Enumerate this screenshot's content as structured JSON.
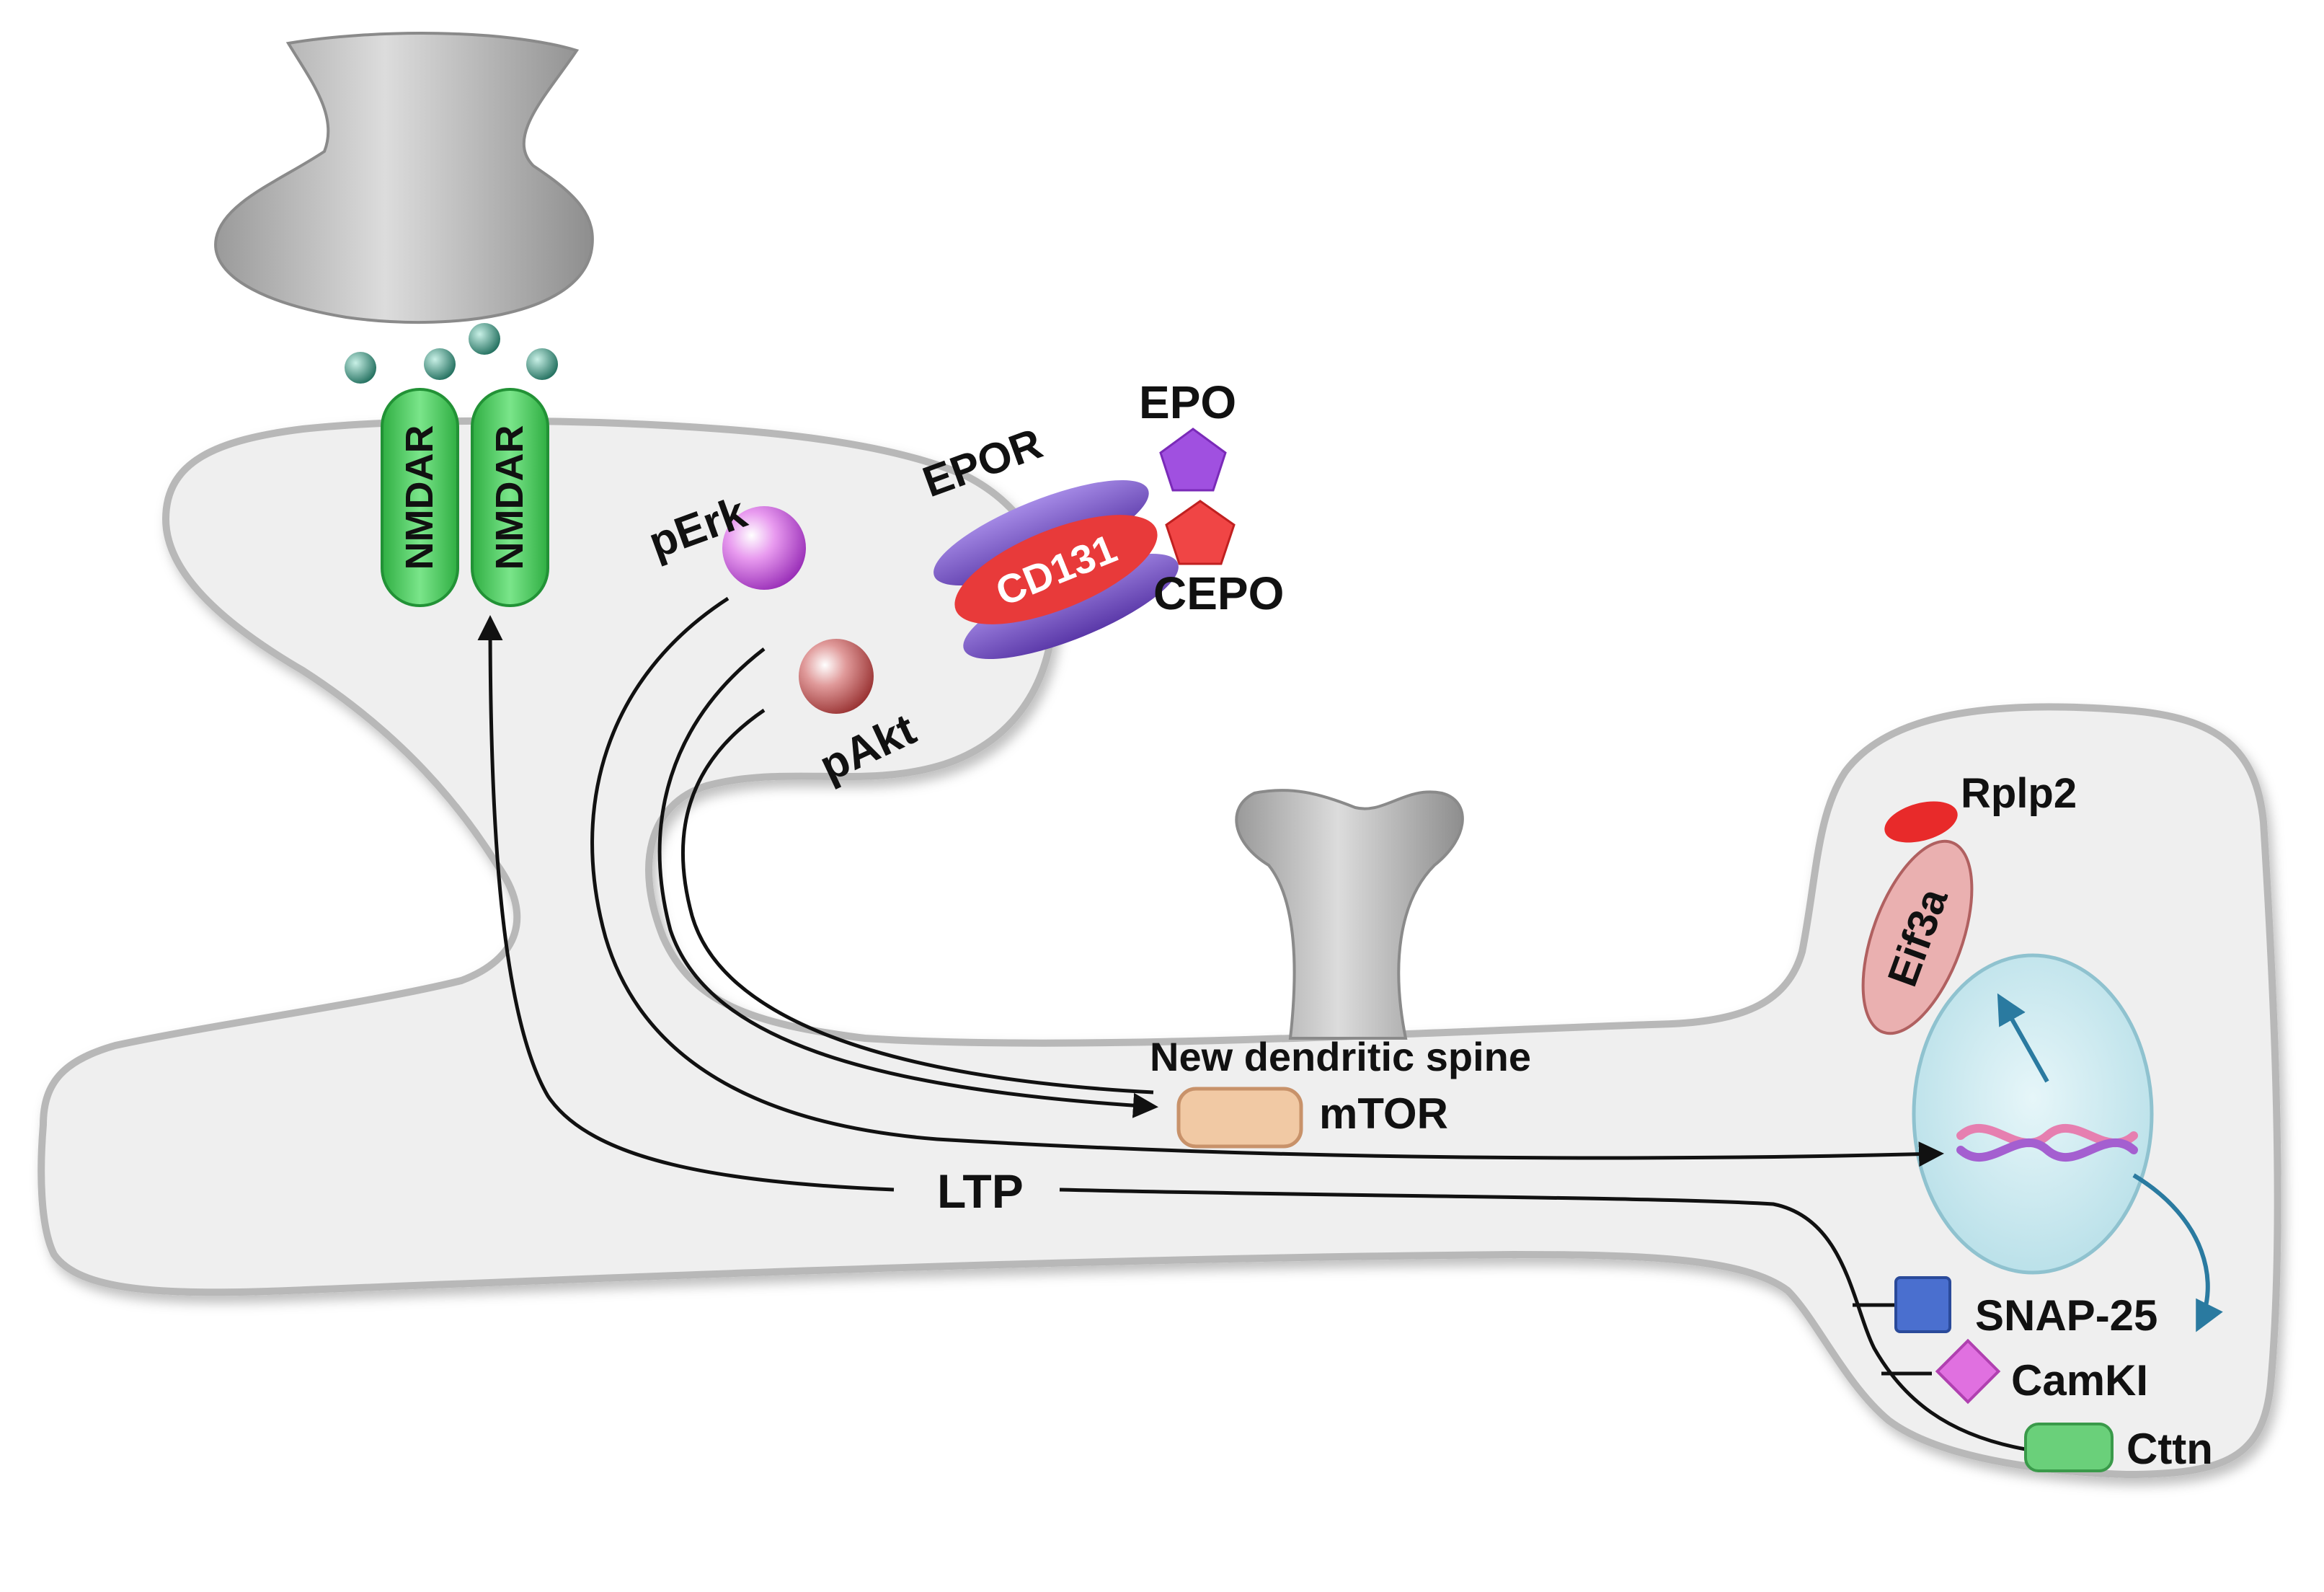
{
  "labels": {
    "nmdar_left": "NMDAR",
    "nmdar_right": "NMDAR",
    "perk": "pErk",
    "pakt": "pAkt",
    "epor": "EPOR",
    "cd131": "CD131",
    "epo": "EPO",
    "cepo": "CEPO",
    "new_spine": "New dendritic spine",
    "mtor": "mTOR",
    "ltp": "LTP",
    "rplp2": "Rplp2",
    "eif3a": "Eif3a",
    "snap25": "SNAP-25",
    "camki": "CamKI",
    "cttn": "Cttn"
  },
  "colors": {
    "membrane": "#efefef",
    "membrane_edge": "#b8b8b8",
    "presynaptic": "#bdbdbd",
    "nmdar": "#44cc55",
    "glutamate": "#2f8a78",
    "perk": "#d060e0",
    "pakt": "#c05050",
    "epor": "#7b55c8",
    "cd131": "#e83a3a",
    "epo": "#a050e0",
    "cepo": "#f04545",
    "mtor": "#f1c9a4",
    "nucleus": "#cfeaf0",
    "rplp2": "#e82a2a",
    "eif3a": "#e8a8a8",
    "snap25": "#4a6fcf",
    "camki": "#e070e0",
    "cttn": "#6ad07a",
    "arrow": "#111111",
    "blue_arrow": "#2a7aa0"
  }
}
